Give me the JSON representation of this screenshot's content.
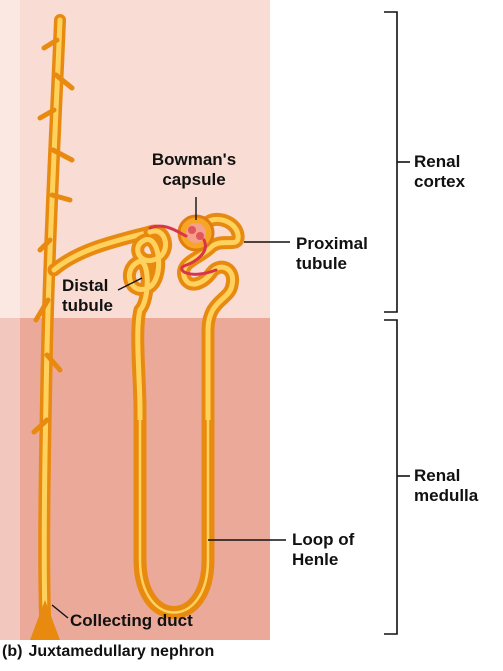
{
  "labels": {
    "bowmans_capsule": "Bowman's capsule",
    "proximal_tubule": "Proximal tubule",
    "distal_tubule": "Distal tubule",
    "loop_of_henle": "Loop of Henle",
    "collecting_duct": "Collecting duct",
    "renal_cortex": "Renal cortex",
    "renal_medulla": "Renal medulla"
  },
  "caption": {
    "tag": "(b)",
    "title": "Juxtamedullary nephron"
  },
  "colors": {
    "cortex": "#f9dcd3",
    "medulla": "#eba99a",
    "tubule": "#f6a623",
    "tubule_highlight": "#ffd86a",
    "capillary": "#d8344a"
  }
}
